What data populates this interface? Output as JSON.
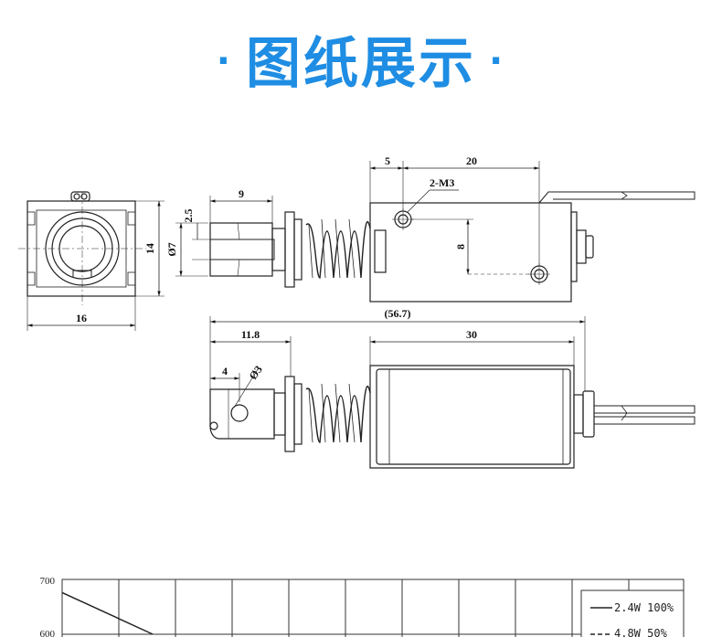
{
  "title": {
    "dot": "·",
    "text": "图纸展示"
  },
  "dimensions": {
    "front_width": "16",
    "front_height": "14",
    "plunger_length": "9",
    "plunger_slot": "2.5",
    "plunger_dia": "Ø7",
    "screw_offset": "5",
    "screw_spacing": "20",
    "screw_label": "2-M3",
    "screw_vertical": "8",
    "overall_length": "(56.7)",
    "plunger_extension": "11.8",
    "frame_length": "30",
    "pin_offset": "4",
    "pin_hole_dia": "Ø3"
  },
  "chart": {
    "y_ticks": [
      "700",
      "600"
    ],
    "legend": [
      "2.4W 100%",
      "4.8W 50%"
    ]
  },
  "chart_data": {
    "type": "line",
    "title": "",
    "xlabel": "",
    "ylabel": "",
    "ylim": [
      600,
      700
    ],
    "series": [
      {
        "name": "2.4W 100%",
        "x": [
          0,
          1.6
        ],
        "y": [
          676,
          600
        ]
      },
      {
        "name": "4.8W 50%",
        "x": [
          8.7
        ],
        "y": [
          600
        ]
      }
    ]
  }
}
